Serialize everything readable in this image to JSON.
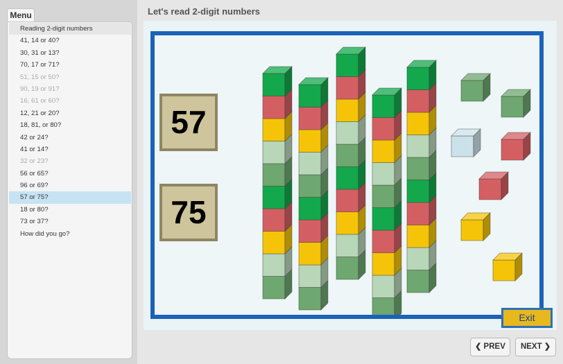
{
  "sidebar": {
    "menu_label": "Menu",
    "items": [
      {
        "label": "Reading 2-digit numbers",
        "state": "first"
      },
      {
        "label": "41, 14 or 40?",
        "state": "normal"
      },
      {
        "label": "30, 31 or 13?",
        "state": "normal"
      },
      {
        "label": "70, 17 or 71?",
        "state": "normal"
      },
      {
        "label": "51, 15 or 50?",
        "state": "disabled"
      },
      {
        "label": "90, 19 or 91?",
        "state": "disabled"
      },
      {
        "label": "16, 61 or 60?",
        "state": "disabled"
      },
      {
        "label": "12, 21 or 20?",
        "state": "normal"
      },
      {
        "label": "18, 81, or 80?",
        "state": "normal"
      },
      {
        "label": "42 or 24?",
        "state": "normal"
      },
      {
        "label": "41 or 14?",
        "state": "normal"
      },
      {
        "label": "32 or 23?",
        "state": "disabled"
      },
      {
        "label": "56 or 65?",
        "state": "normal"
      },
      {
        "label": "96 or 69?",
        "state": "normal"
      },
      {
        "label": "57 or 75?",
        "state": "selected"
      },
      {
        "label": "18 or 80?",
        "state": "normal"
      },
      {
        "label": "73 or 37?",
        "state": "normal"
      },
      {
        "label": "How did you go?",
        "state": "normal"
      }
    ]
  },
  "main": {
    "title": "Let's read 2-digit numbers",
    "number_options": [
      "57",
      "75"
    ],
    "exit_label": "Exit",
    "prev_label": "PREV",
    "next_label": "NEXT"
  },
  "blocks": {
    "colors": {
      "green": "#13a84b",
      "red": "#d45f63",
      "yellow": "#f5c408",
      "pale": "#b8d6b8",
      "sage": "#6ea76f",
      "ice": "#cbe2ea"
    },
    "tens_columns": [
      [
        "green",
        "red",
        "yellow",
        "pale",
        "sage",
        "green",
        "red",
        "yellow",
        "pale",
        "sage"
      ],
      [
        "green",
        "red",
        "yellow",
        "pale",
        "sage",
        "green",
        "red",
        "yellow",
        "pale",
        "sage"
      ],
      [
        "green",
        "red",
        "yellow",
        "pale",
        "sage",
        "green",
        "red",
        "yellow",
        "pale",
        "sage"
      ],
      [
        "green",
        "red",
        "yellow",
        "pale",
        "sage",
        "green",
        "red",
        "yellow",
        "pale",
        "sage"
      ],
      [
        "green",
        "red",
        "yellow",
        "pale",
        "sage",
        "green",
        "red",
        "yellow",
        "pale",
        "sage"
      ]
    ],
    "ones_cubes": [
      "sage",
      "sage",
      "ice",
      "red",
      "red",
      "yellow",
      "yellow"
    ]
  }
}
